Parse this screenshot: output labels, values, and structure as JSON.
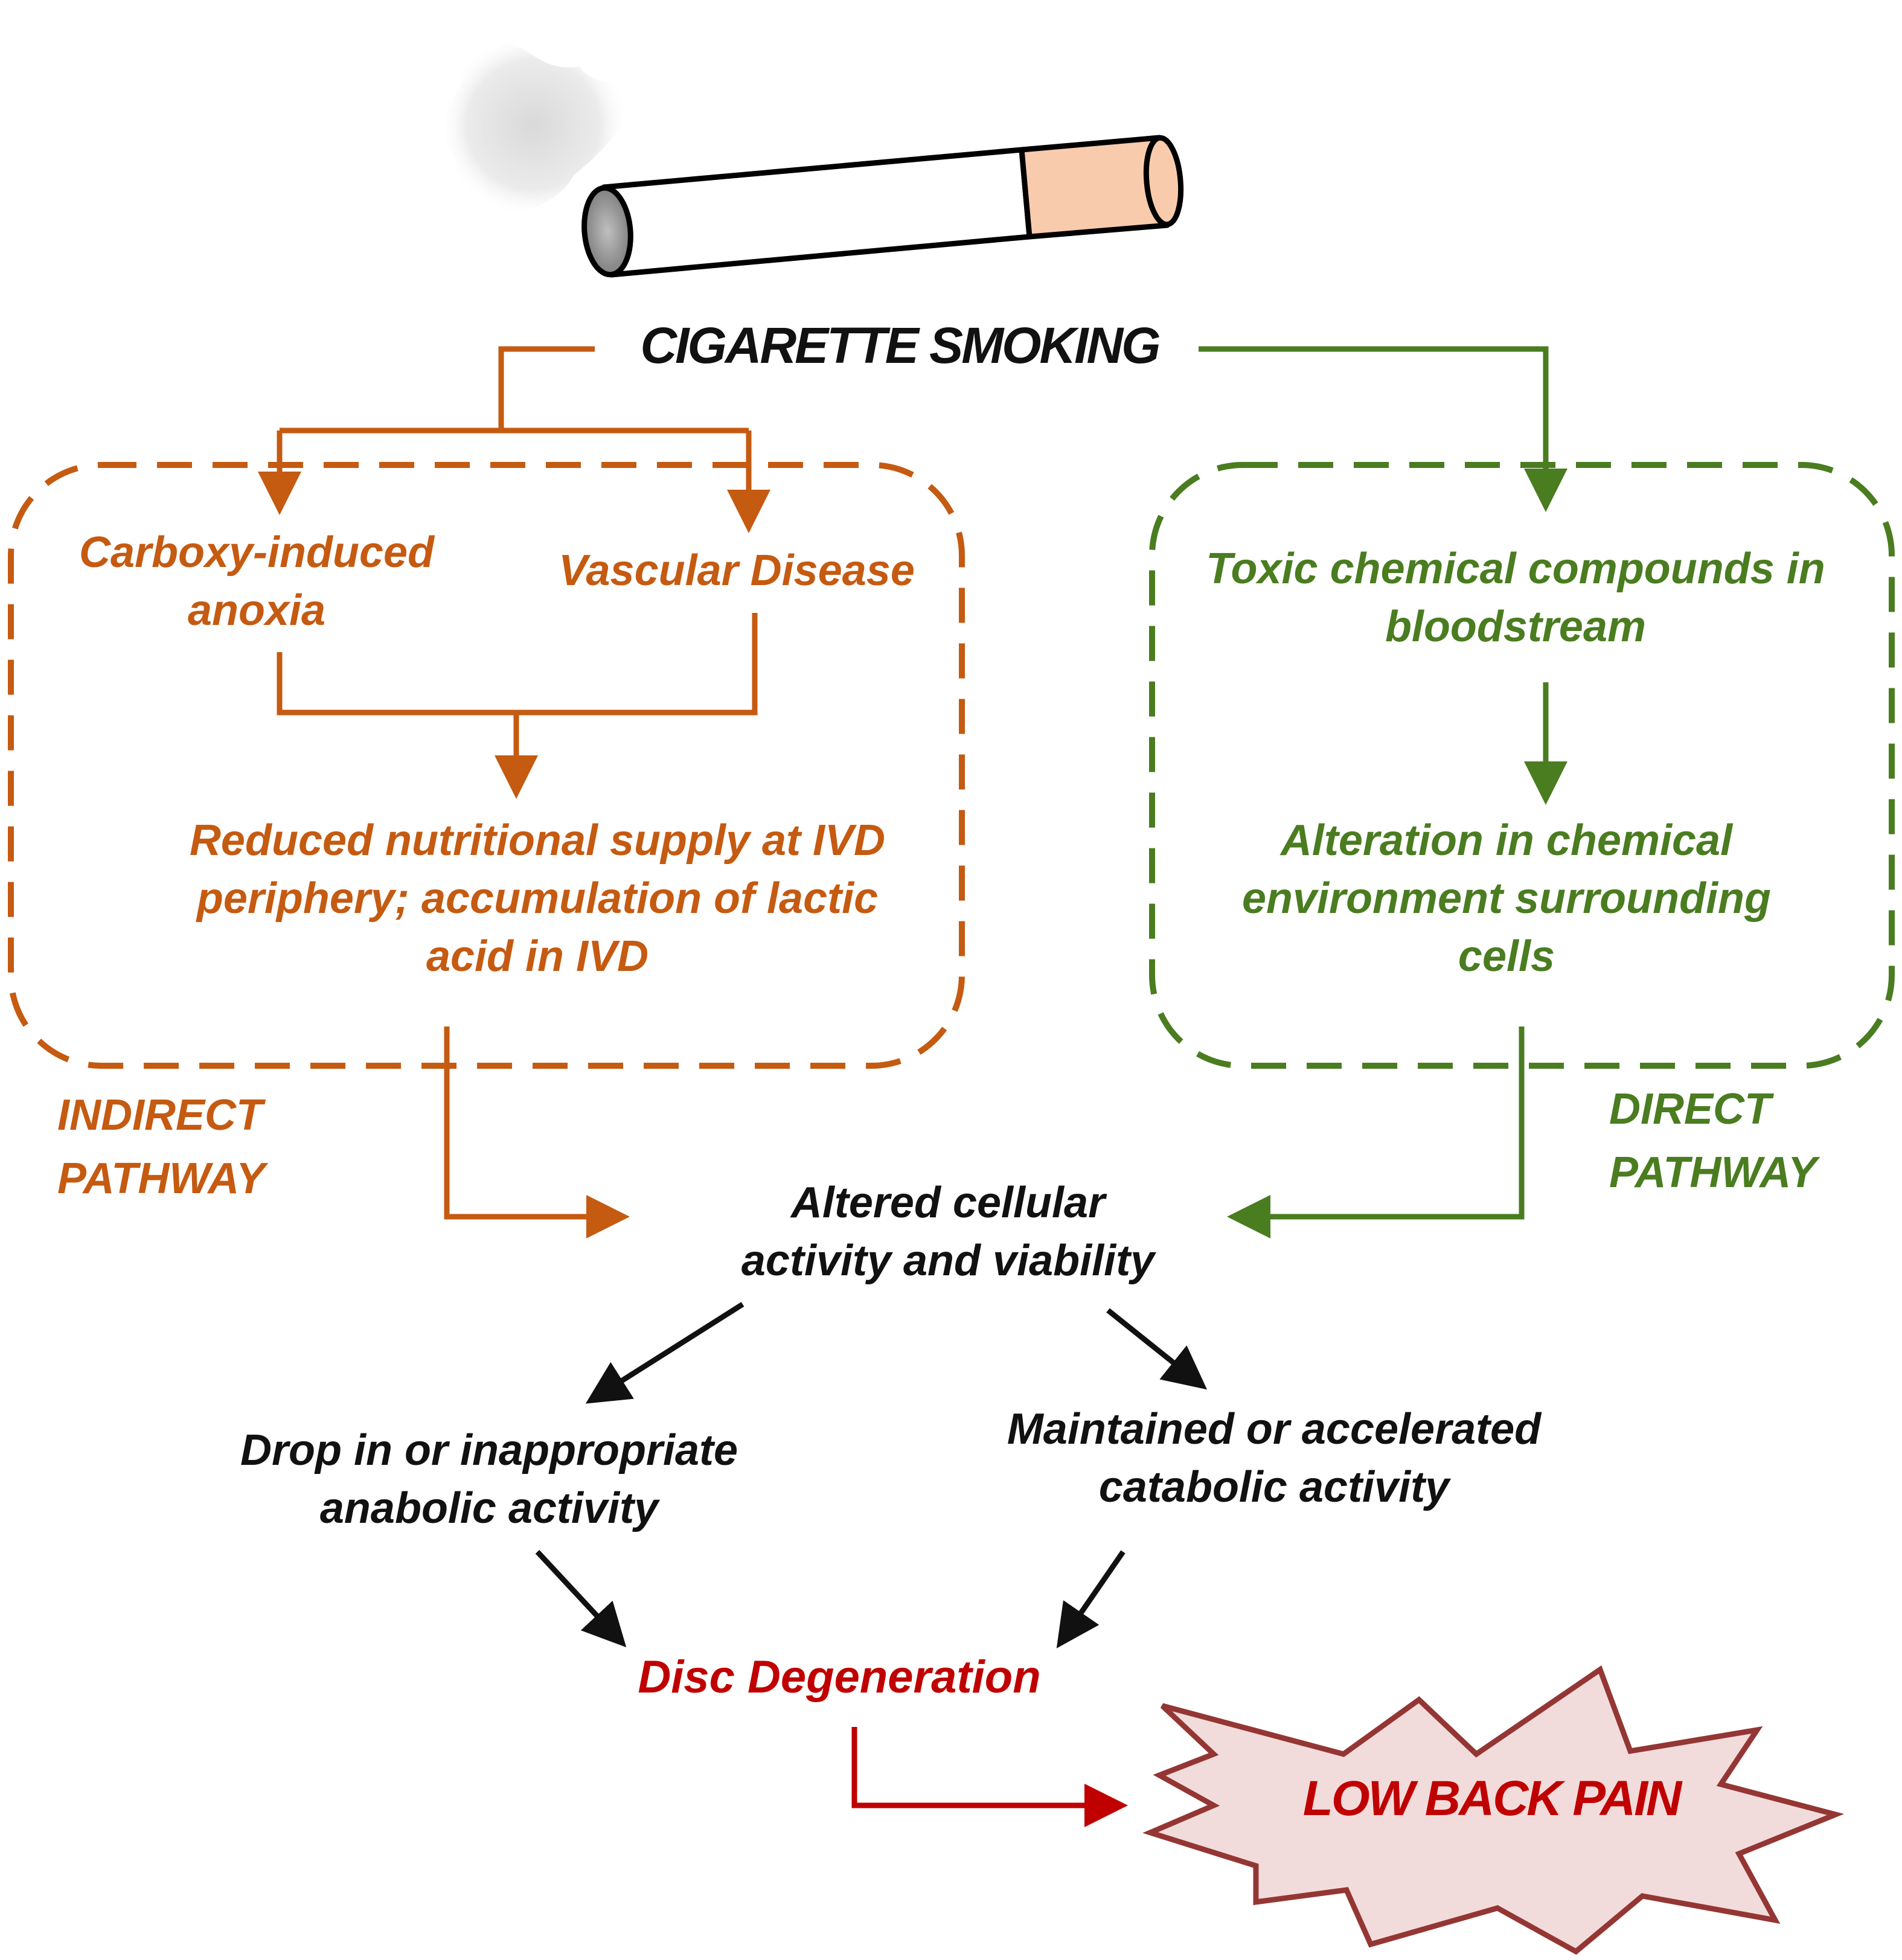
{
  "title": "CIGARETTE SMOKING",
  "indirect": {
    "carboxy": "Carboxy-induced anoxia",
    "vascular": "Vascular Disease",
    "reduced": "Reduced nutritional supply at IVD periphery; accumulation of lactic acid in IVD",
    "pathway_label_line1": "INDIRECT",
    "pathway_label_line2": "PATHWAY"
  },
  "direct": {
    "toxic": "Toxic chemical compounds in bloodstream",
    "alteration": "Alteration in chemical environment surrounding cells",
    "pathway_label_line1": "DIRECT",
    "pathway_label_line2": "PATHWAY"
  },
  "altered": "Altered cellular activity and viability",
  "anabolic": "Drop in or inappropriate anabolic activity",
  "catabolic": "Maintained or accelerated catabolic activity",
  "disc": "Disc Degeneration",
  "pain": "LOW BACK PAIN",
  "colors": {
    "indirect": "#c55a11",
    "direct": "#4a7c20",
    "main": "#111111",
    "outcome": "#c00000",
    "burst_fill": "#f2dcdb",
    "burst_stroke": "#943634",
    "filter": "#f8cbad"
  },
  "icons": [
    "cigarette-icon",
    "smoke-icon",
    "burst-shape"
  ]
}
